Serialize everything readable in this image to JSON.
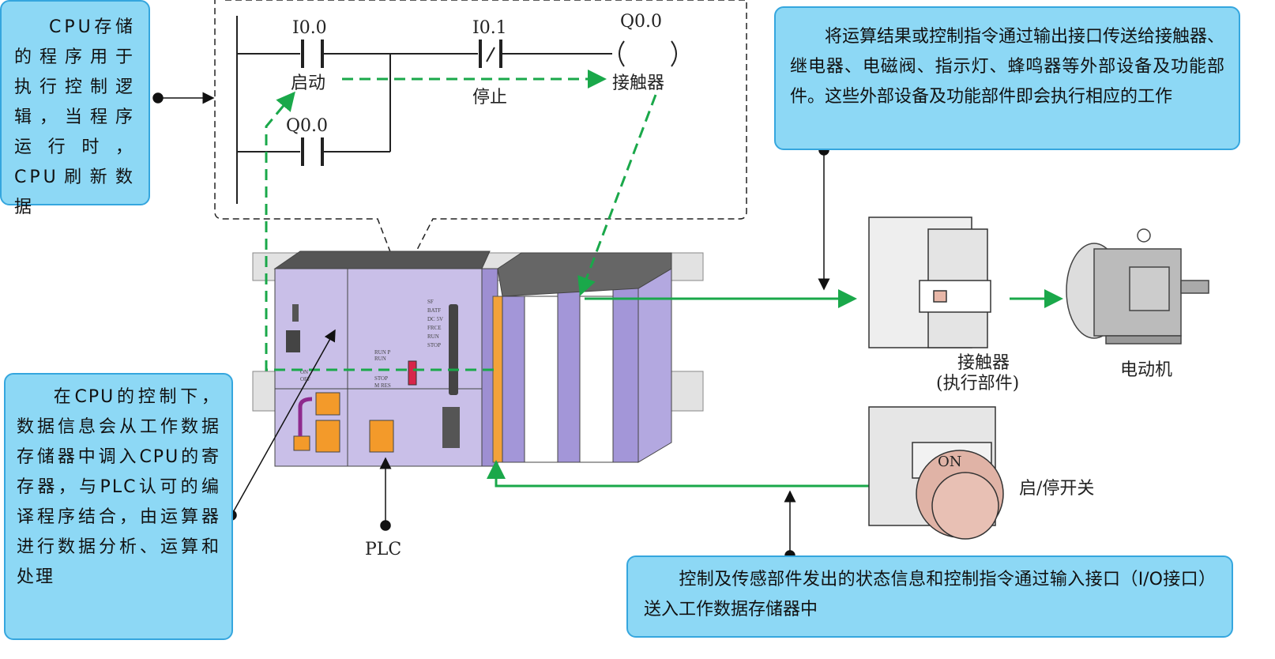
{
  "callouts": {
    "cpu_program": "CPU存储的程序用于执行控制逻辑，当程序运行时，CPU刷新数据",
    "output": "将运算结果或控制指令通过输出接口传送给接触器、继电器、电磁阀、指示灯、蜂鸣器等外部设备及功能部件。这些外部设备及功能部件即会执行相应的工作",
    "cpu_control": "在CPU的控制下，数据信息会从工作数据存储器中调入CPU的寄存器，与PLC认可的编译程序结合，由运算器进行数据分析、运算和处理",
    "input": "控制及传感部件发出的状态信息和控制指令通过输入接口（I/O接口）送入工作数据存储器中"
  },
  "ladder": {
    "contact_start_addr": "I0.0",
    "contact_start_label": "启动",
    "contact_stop_addr": "I0.1",
    "contact_stop_label": "停止",
    "coil_addr": "Q0.0",
    "coil_label": "接触器",
    "holding_contact_addr": "Q0.0"
  },
  "plc": {
    "label": "PLC",
    "leds": [
      "SF",
      "BATF",
      "DC 5V",
      "FRCE",
      "RUN",
      "STOP"
    ],
    "mode_switch": [
      "RUN P",
      "RUN",
      "STOP",
      "M RES"
    ],
    "power_switch": [
      "ON",
      "OFF"
    ]
  },
  "devices": {
    "contactor_label": "接触器",
    "contactor_sub": "(执行部件)",
    "motor_label": "电动机",
    "switch_label": "启/停开关",
    "switch_button_text": "ON"
  },
  "colors": {
    "callout_fill": "#8dd8f5",
    "callout_border": "#35a6de",
    "signal_green": "#1aa84a",
    "plc_purple": "#c9bfe8"
  }
}
